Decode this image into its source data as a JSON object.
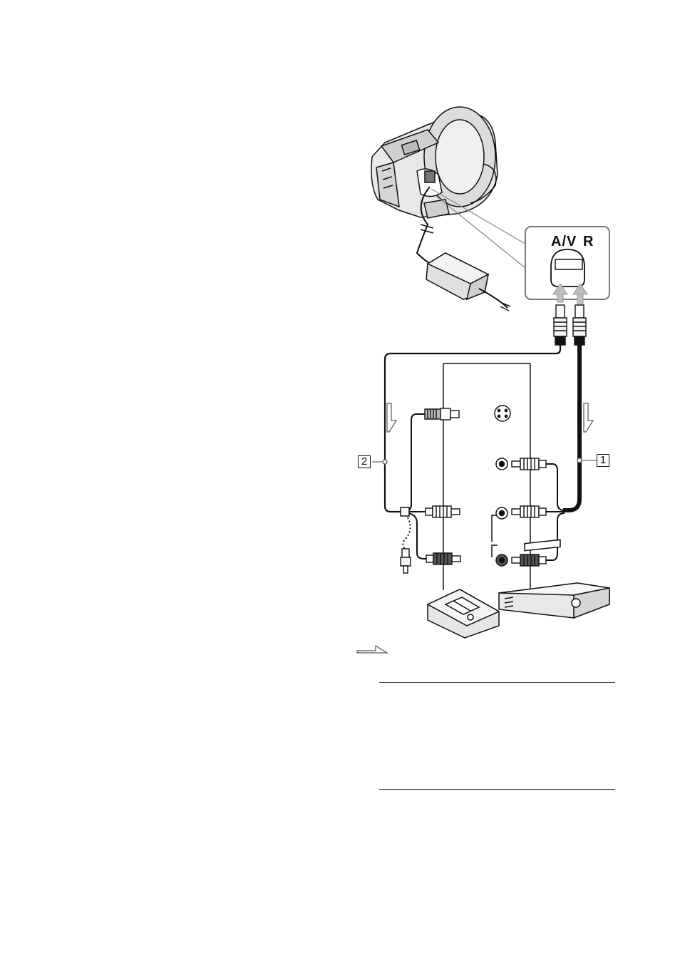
{
  "jack_panel": {
    "label_av": "A/V",
    "label_r": "R"
  },
  "cable_labels": {
    "cable_1": "1",
    "cable_2": "2"
  },
  "colors": {
    "line": "#111111",
    "device_fill": "#e6e6e6",
    "panel_stroke": "#777777",
    "arrow_fill": "#bdbdbd"
  }
}
